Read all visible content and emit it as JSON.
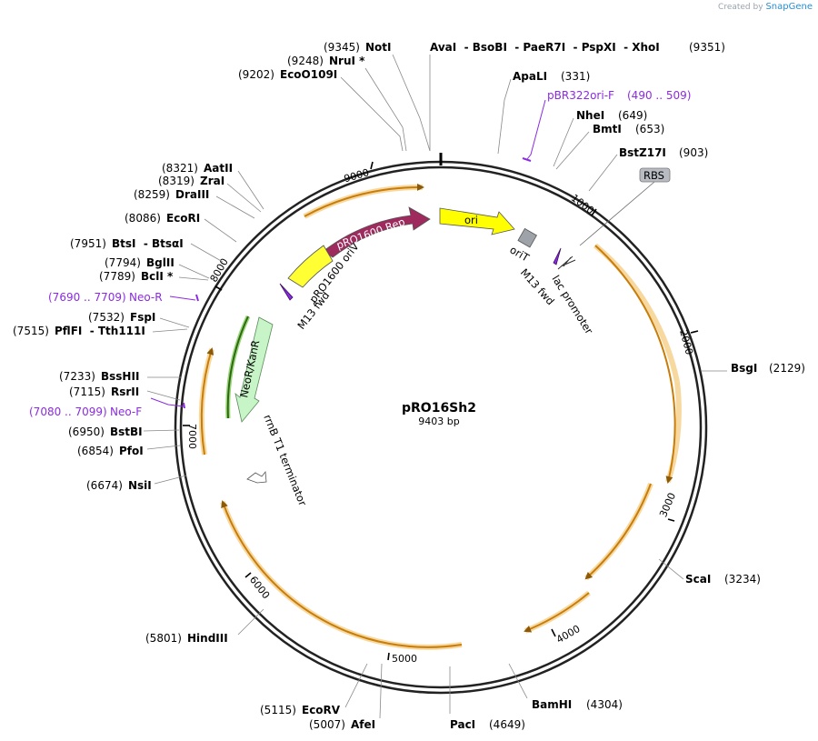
{
  "watermark": {
    "prefix": "Created by",
    "brand": "SnapGene"
  },
  "plasmid": {
    "name": "pRO16Sh2",
    "size": "9403 bp",
    "length": 9403
  },
  "ticks": [
    "1000",
    "2000",
    "3000",
    "4000",
    "5000",
    "6000",
    "7000",
    "8000",
    "9000"
  ],
  "sites": [
    {
      "id": "noti",
      "pos": "(9345)",
      "name": "NotI"
    },
    {
      "id": "aval-group",
      "name": "AvaI  - BsoBI  - PaeR7I  - PspXI  - XhoI",
      "pos": "(9351)"
    },
    {
      "id": "nrui",
      "pos": "(9248)",
      "name": "NruI *"
    },
    {
      "id": "ecoo109i",
      "pos": "(9202)",
      "name": "EcoO109I"
    },
    {
      "id": "apali",
      "name": "ApaLI",
      "pos": "(331)"
    },
    {
      "id": "nhei",
      "name": "NheI",
      "pos": "(649)"
    },
    {
      "id": "bmti",
      "name": "BmtI",
      "pos": "(653)"
    },
    {
      "id": "bstz17i",
      "name": "BstZ17I",
      "pos": "(903)"
    },
    {
      "id": "aatii",
      "pos": "(8321)",
      "name": "AatII"
    },
    {
      "id": "zrai",
      "pos": "(8319)",
      "name": "ZraI"
    },
    {
      "id": "draiii",
      "pos": "(8259)",
      "name": "DraIII"
    },
    {
      "id": "ecori",
      "pos": "(8086)",
      "name": "EcoRI"
    },
    {
      "id": "btsi",
      "pos": "(7951)",
      "name": "BtsI  - BtsαI"
    },
    {
      "id": "bglii",
      "pos": "(7794)",
      "name": "BglII"
    },
    {
      "id": "bcli",
      "pos": "(7789)",
      "name": "BclI *"
    },
    {
      "id": "fspi",
      "pos": "(7532)",
      "name": "FspI"
    },
    {
      "id": "pflfi",
      "pos": "(7515)",
      "name": "PflFI  - Tth111I"
    },
    {
      "id": "bsshii",
      "pos": "(7233)",
      "name": "BssHII"
    },
    {
      "id": "rsrii",
      "pos": "(7115)",
      "name": "RsrII"
    },
    {
      "id": "bstbi",
      "pos": "(6950)",
      "name": "BstBI"
    },
    {
      "id": "pfoi",
      "pos": "(6854)",
      "name": "PfoI"
    },
    {
      "id": "nsii",
      "pos": "(6674)",
      "name": "NsiI"
    },
    {
      "id": "bsgi",
      "name": "BsgI",
      "pos": "(2129)"
    },
    {
      "id": "scai",
      "name": "ScaI",
      "pos": "(3234)"
    },
    {
      "id": "hindiii",
      "pos": "(5801)",
      "name": "HindIII"
    },
    {
      "id": "bamhi",
      "name": "BamHI",
      "pos": "(4304)"
    },
    {
      "id": "ecorv",
      "pos": "(5115)",
      "name": "EcoRV"
    },
    {
      "id": "afei",
      "pos": "(5007)",
      "name": "AfeI"
    },
    {
      "id": "paci",
      "name": "PacI",
      "pos": "(4649)"
    }
  ],
  "primers": [
    {
      "id": "pbr322ori-f",
      "name": "pBR322ori-F",
      "range": "(490 .. 509)"
    },
    {
      "id": "neo-r",
      "range": "(7690 .. 7709)",
      "name": "Neo-R"
    },
    {
      "id": "neo-f",
      "range": "(7080 .. 7099)",
      "name": "Neo-F"
    }
  ],
  "features": {
    "ori": "ori",
    "orit": "oriT",
    "m13fwd_right": "M13 fwd",
    "lac_promoter": "lac promoter",
    "rbs": "RBS",
    "pro1600_rep": "pRO1600 Rep",
    "pro1600_oriv": "pRO1600 oriV",
    "m13fwd_left": "M13 fwd",
    "neor_kanr": "NeoR/KanR",
    "rrnb_t1": "rrnB T1 terminator"
  },
  "colors": {
    "backbone": "#222222",
    "ori": "#ffff00",
    "rep": "#9e2a5e",
    "oriv": "#ffff33",
    "neor": "#c8f5c8",
    "primer": "#8b2be2",
    "orf": "#c87d0a",
    "orf_glow": "#f7d9a0",
    "rbs": "#b8bcc2",
    "orit": "#9ea3aa"
  }
}
